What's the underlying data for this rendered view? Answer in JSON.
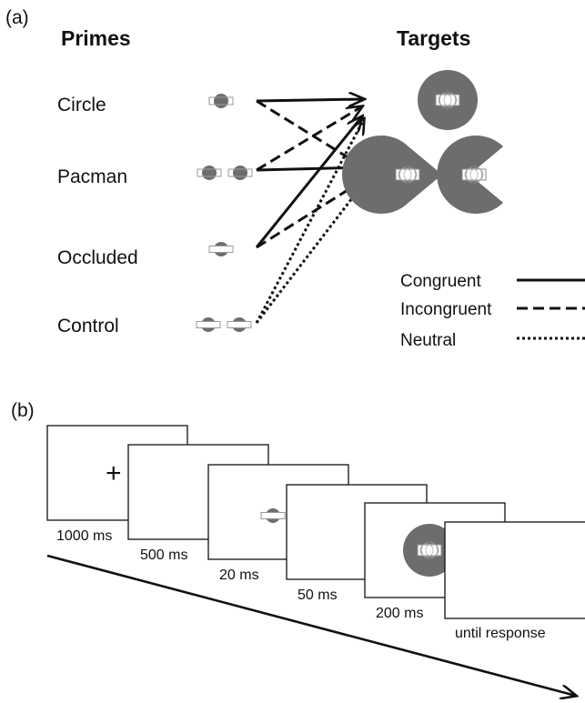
{
  "panel_a": {
    "label": "(a)",
    "primes_heading": "Primes",
    "targets_heading": "Targets",
    "prime_labels": [
      "Circle",
      "Pacman",
      "Occluded",
      "Control"
    ],
    "legend": {
      "congruent": "Congruent",
      "incongruent": "Incongruent",
      "neutral": "Neutral"
    }
  },
  "panel_b": {
    "label": "(b)",
    "fixation": "+",
    "frames": [
      "1000 ms",
      "500 ms",
      "20 ms",
      "50 ms",
      "200 ms",
      "until response"
    ]
  },
  "colors": {
    "shape": "#6d6d6d",
    "line": "#111111",
    "frame": "#111111"
  }
}
